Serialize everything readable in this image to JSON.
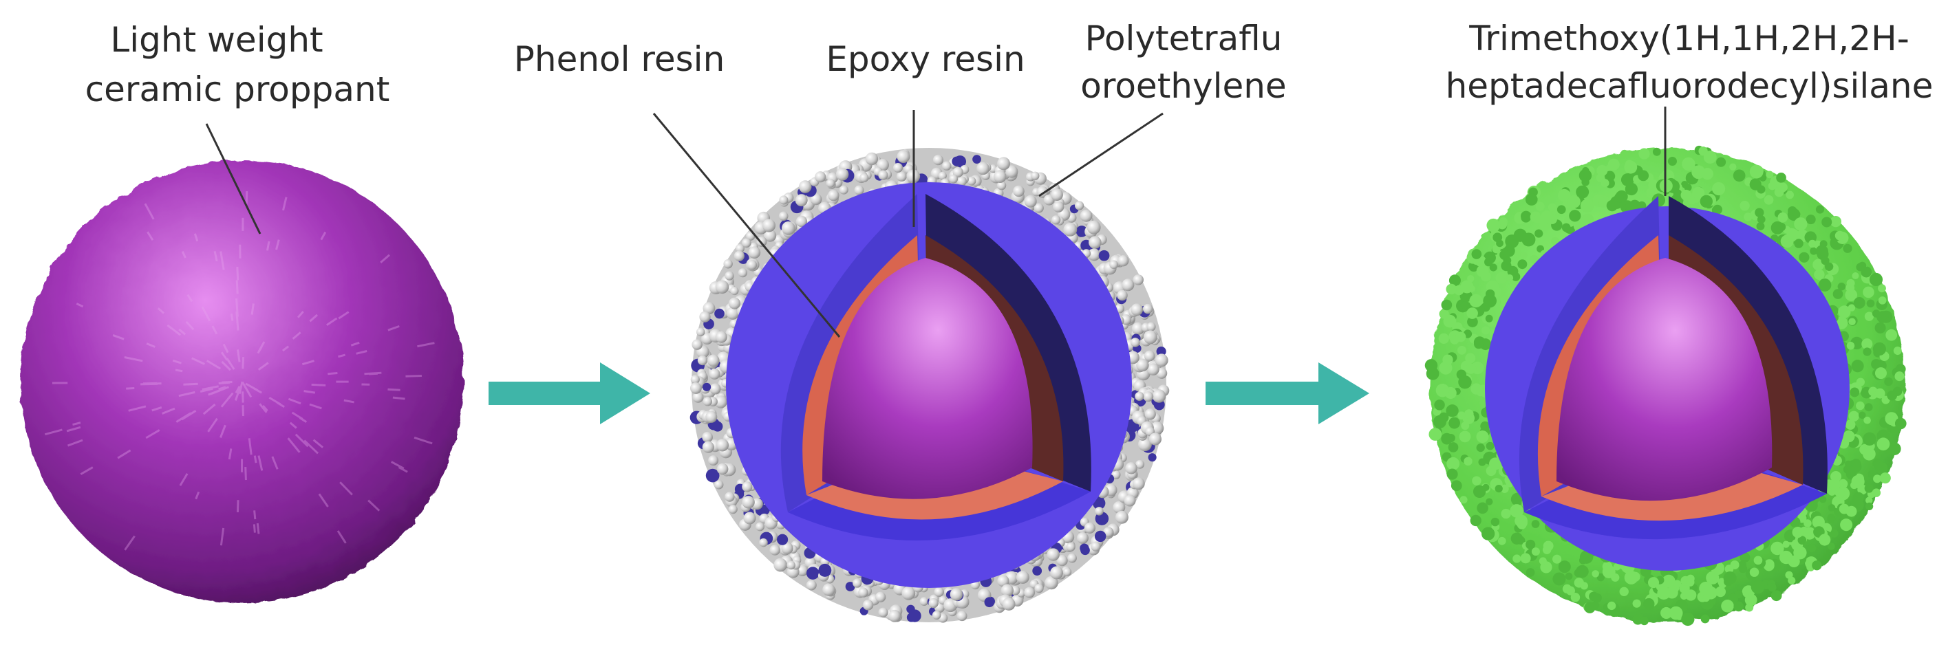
{
  "labels": {
    "core": [
      "Light weight",
      "ceramic proppant"
    ],
    "phenol": "Phenol resin",
    "epoxy": "Epoxy resin",
    "ptfe": [
      "Polytetraflu",
      "oroethylene"
    ],
    "silane": [
      "Trimethoxy(1H,1H,2H,2H-",
      "heptadecafluorodecyl)silane"
    ]
  },
  "colors": {
    "core": "#a236b8",
    "phenol_resin": "#d9654f",
    "epoxy_resin": "#5b45e6",
    "ptfe_particles": "#d4d4d4",
    "silane_layer": "#6fd856",
    "arrow": "#3fb5a8"
  }
}
